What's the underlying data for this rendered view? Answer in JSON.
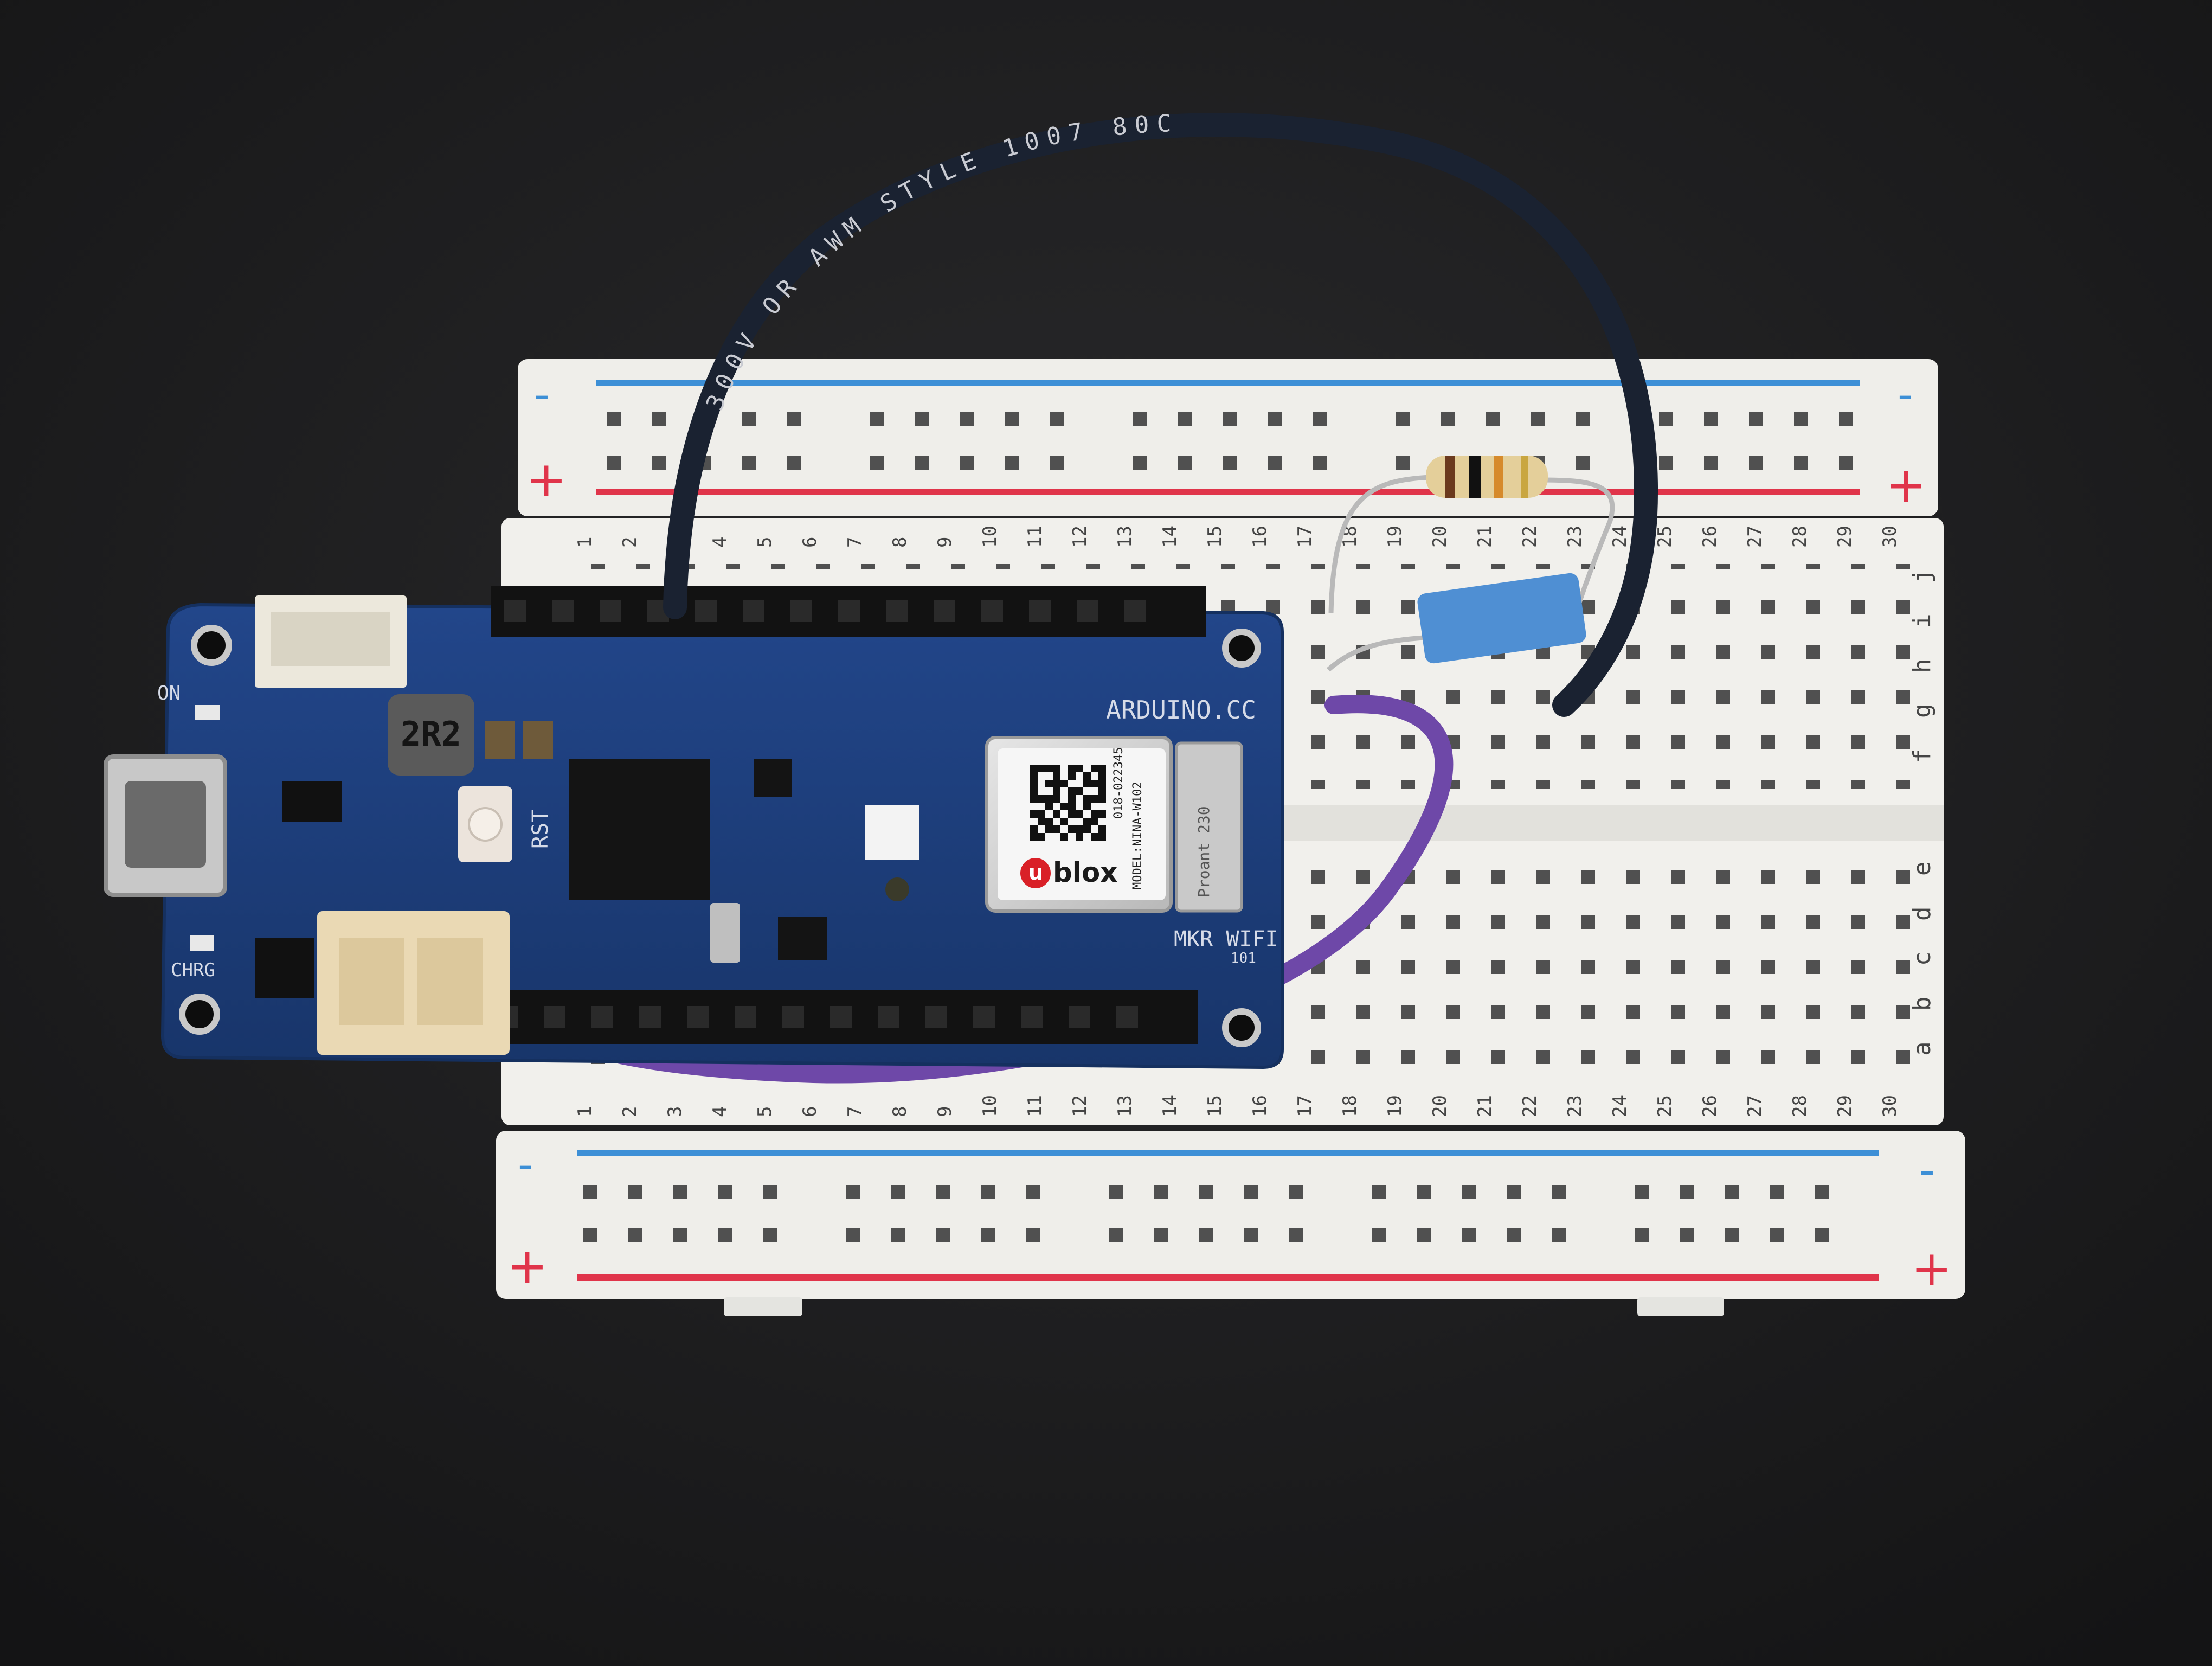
{
  "breadboard": {
    "rail_minus": "-",
    "rail_plus": "+",
    "column_numbers": [
      "1",
      "2",
      "3",
      "4",
      "5",
      "6",
      "7",
      "8",
      "9",
      "10",
      "11",
      "12",
      "13",
      "14",
      "15",
      "16",
      "17",
      "18",
      "19",
      "20",
      "21",
      "22",
      "23",
      "24",
      "25",
      "26",
      "27",
      "28",
      "29",
      "30"
    ],
    "top_row_letters": [
      "j",
      "i",
      "h",
      "g",
      "f"
    ],
    "bottom_row_letters": [
      "e",
      "d",
      "c",
      "b",
      "a"
    ],
    "colors": {
      "body": "#f1f0ec",
      "rail_blue": "#3d8fd6",
      "rail_red": "#e0344a",
      "hole": "#4a4a4a"
    }
  },
  "board": {
    "silkscreen_site": "ARDUINO.CC",
    "silkscreen_model": "MKR WIFI",
    "silkscreen_model_suffix": "101",
    "label_rst": "RST",
    "label_on": "ON",
    "label_chrg": "CHRG",
    "inductor_marking": "2R2",
    "colors": {
      "pcb": "#1d3f7a",
      "pcb_edge": "#173466"
    }
  },
  "module": {
    "brand": "blox",
    "brand_prefix": "u",
    "model_line": "MODEL:NINA-W102",
    "id_line": "018-022345",
    "side_marking": "Proant 230"
  },
  "wire": {
    "insulation_text": "300V OR AWM STYLE 1007 80C"
  },
  "icons": [
    "usb-port-icon",
    "qr-code-icon",
    "reset-button-icon",
    "rgb-led-icon"
  ]
}
